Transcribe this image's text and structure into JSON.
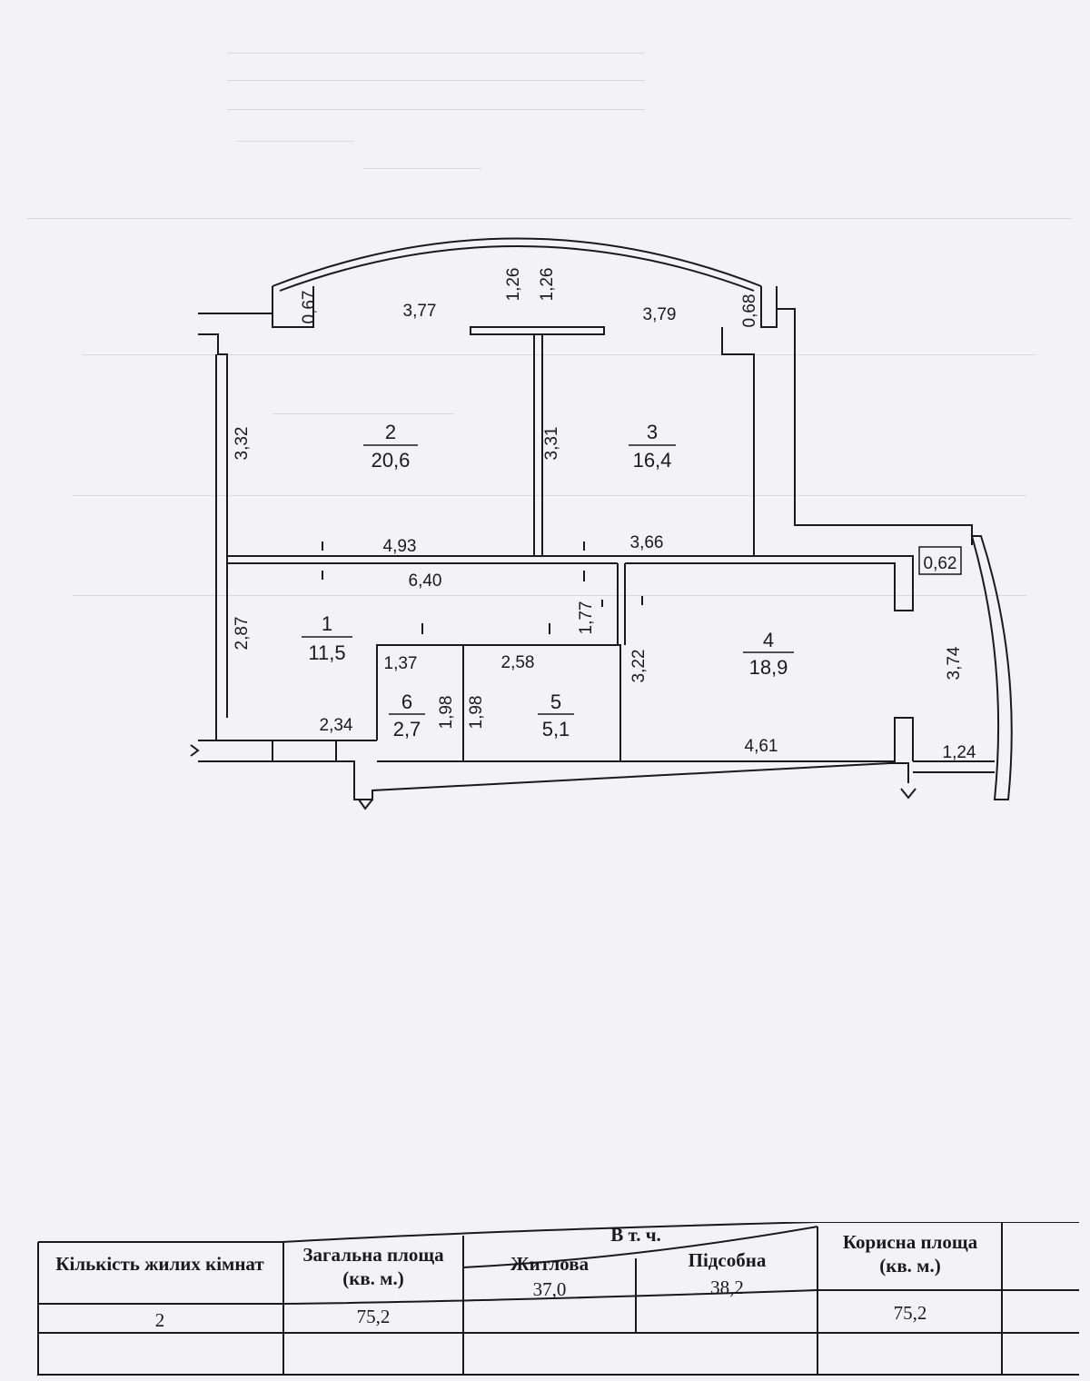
{
  "plan": {
    "rooms": [
      {
        "number": "1",
        "area": "11,5"
      },
      {
        "number": "2",
        "area": "20,6"
      },
      {
        "number": "3",
        "area": "16,4"
      },
      {
        "number": "4",
        "area": "18,9"
      },
      {
        "number": "5",
        "area": "5,1"
      },
      {
        "number": "6",
        "area": "2,7"
      }
    ],
    "dimensions": {
      "top_left_width": "3,77",
      "top_right_width": "3,79",
      "top_left_short": "0,67",
      "top_right_short": "0,68",
      "center_a": "1,26",
      "center_b": "1,26",
      "room2_height": "3,32",
      "room3_height": "3,31",
      "room2_bottom": "4,93",
      "room3_bottom": "3,66",
      "corridor_width": "6,40",
      "room1_height": "2,87",
      "hall_height": "1,77",
      "bath_width": "1,37",
      "wc_width": "2,58",
      "bath_height_a": "1,98",
      "bath_height_b": "1,98",
      "room4_height": "3,22",
      "entry_width": "2,34",
      "room4_bottom": "4,61",
      "balcony_top": "0,62",
      "balcony_height": "3,74",
      "balcony_bottom": "1,24"
    }
  },
  "summary_table": {
    "col_rooms": "Кількість жилих кімнат",
    "col_total": "Загальна площа",
    "col_total_unit": "(кв. м.)",
    "col_group": "В т. ч.",
    "col_living": "Житлова",
    "col_aux": "Підсобна",
    "col_useful": "Корисна площа",
    "col_useful_unit": "(кв. м.)",
    "val_rooms": "2",
    "val_total": "75,2",
    "val_living": "37,0",
    "val_aux": "38,2",
    "val_useful": "75,2"
  },
  "colors": {
    "paper": "#f3f3f6",
    "ink": "#1a1a1a",
    "ghost_text": "#cdcdd6"
  }
}
